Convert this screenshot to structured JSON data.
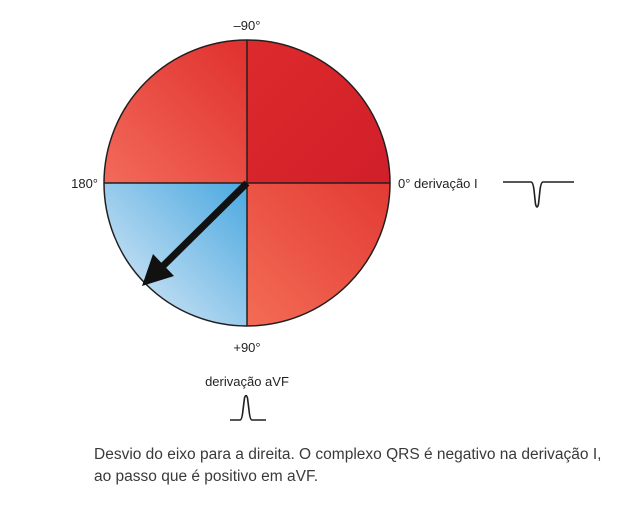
{
  "diagram": {
    "labels": {
      "top": "–90°",
      "left": "180°",
      "right": "0° derivação I",
      "bottom": "+90°",
      "avf": "derivação aVF"
    },
    "colors": {
      "positive_region": "#d9232a",
      "positive_region_light": "#f26a5a",
      "negative_region": "#5ab0e3",
      "negative_region_light": "#dbe9f5",
      "axis_arrow": "#111111",
      "outline": "#231f20"
    },
    "axis_direction": "180° to +90° quadrant (right axis deviation)",
    "waveforms": {
      "lead_I": "negative QRS deflection",
      "aVF": "positive QRS deflection"
    }
  },
  "caption": {
    "line1": "Desvio do eixo para a direita. O complexo QRS é negativo na derivação I,",
    "line2": "ao passo que é positivo em aVF."
  }
}
